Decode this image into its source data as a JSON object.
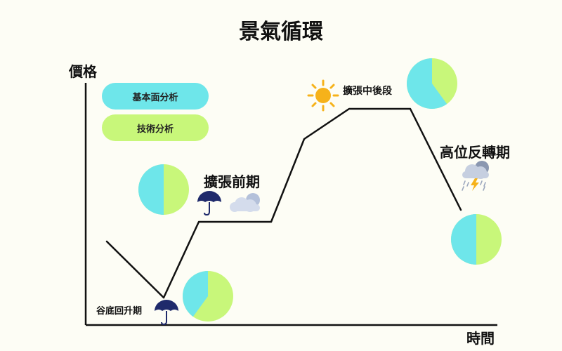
{
  "title": "景氣循環",
  "y_axis_label": "價格",
  "x_axis_label": "時間",
  "legend": [
    {
      "label": "基本面分析",
      "color": "#6ee6ea"
    },
    {
      "label": "技術分析",
      "color": "#c8f77a"
    }
  ],
  "stages": [
    {
      "name": "谷底回升期",
      "icon": "umbrella-icon",
      "pie": {
        "fundamental": 0.4,
        "technical": 0.6
      }
    },
    {
      "name": "擴張前期",
      "icon": "umbrella-cloud-icon",
      "pie": {
        "fundamental": 0.5,
        "technical": 0.5
      }
    },
    {
      "name": "擴張中後段",
      "icon": "sun-icon",
      "pie": {
        "fundamental": 0.6,
        "technical": 0.4
      }
    },
    {
      "name": "高位反轉期",
      "icon": "thunderstorm-icon",
      "pie": {
        "fundamental": 0.5,
        "technical": 0.5
      }
    }
  ],
  "colors": {
    "fundamental": "#6ee6ea",
    "technical": "#c8f77a",
    "umbrella": "#1f2a6b",
    "sun": "#f6b21a",
    "cloud": "#c9d3e8"
  }
}
